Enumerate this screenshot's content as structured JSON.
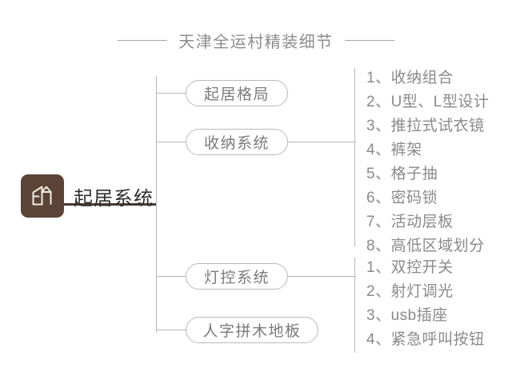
{
  "title": {
    "text": "天津全运村精装细节",
    "rule_color": "#a8a8a8",
    "text_color": "#8d8d8d"
  },
  "root": {
    "label": "起居系统",
    "icon": "house-logo-icon",
    "icon_bg": "#5b4436",
    "icon_stroke": "#f2ece4",
    "connector_color": "#4a3a30"
  },
  "branches": [
    {
      "label": "起居格局"
    },
    {
      "label": "收纳系统"
    },
    {
      "label": "灯控系统"
    },
    {
      "label": "人字拼木地板"
    }
  ],
  "lists": [
    {
      "name": "storage-system-details",
      "items": [
        "1、收纳组合",
        "2、U型、L型设计",
        "3、推拉式试衣镜",
        "4、裤架",
        "5、格子抽",
        "6、密码锁",
        "7、活动层板",
        "8、高低区域划分"
      ]
    },
    {
      "name": "lighting-control-details",
      "items": [
        "1、双控开关",
        "2、射灯调光",
        "3、usb插座",
        "4、紧急呼叫按钮"
      ]
    }
  ],
  "colors": {
    "line": "#b5b5b5",
    "pill_border": "#b9b9b9",
    "pill_text": "#7b7b7b",
    "list_text": "#8a8a8a",
    "root_text": "#2f2f2f",
    "background": "#ffffff"
  }
}
